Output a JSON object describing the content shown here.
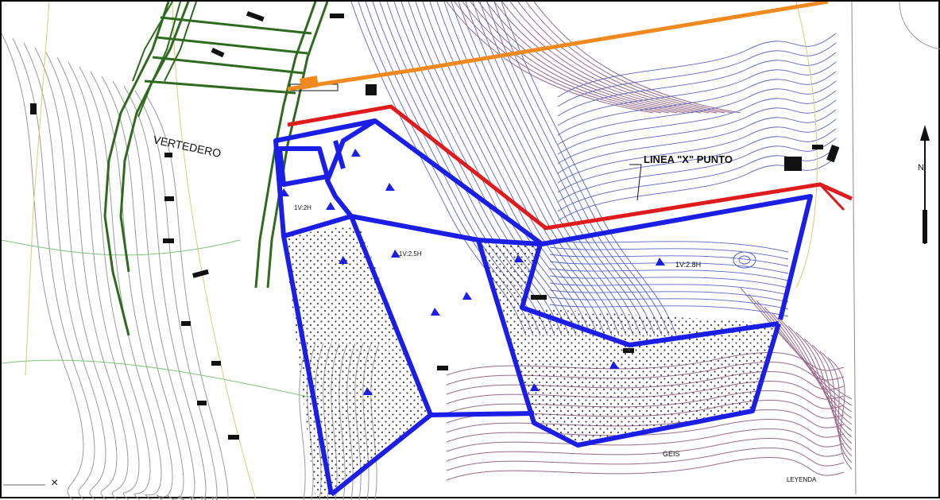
{
  "labels": {
    "vertedero": "VERTEDERO",
    "linea_x_punto": "LINEA \"X\" PUNTO",
    "north": "N",
    "slope_main": "1V:2.8H",
    "slope_small": "1V:2H",
    "slope_mid": "1V:2.5H",
    "bottom_label": "GEIS",
    "legend": "LEYENDA"
  },
  "colors": {
    "deposit_outline": "#1a1ee6",
    "line_red": "#e01b1b",
    "line_orange": "#f08a1e",
    "road_green": "#2e6b1e",
    "contour_blue": "#5a64c8",
    "contour_purple": "#9a6a8a",
    "contour_gray": "#9a9a9a"
  }
}
